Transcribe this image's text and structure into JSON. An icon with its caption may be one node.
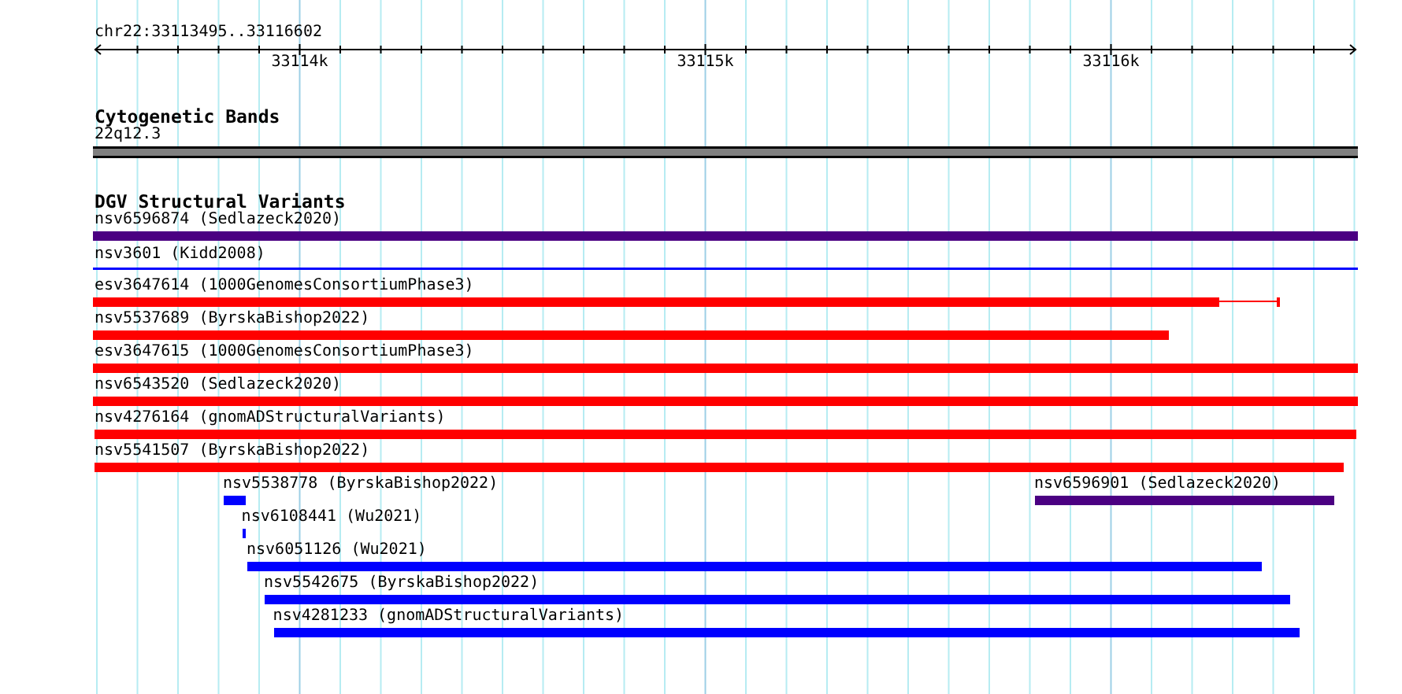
{
  "diagram": {
    "nodes": [
      {
        "text": [
          "22q12.3"
        ]
      },
      {
        "text": [
          "nsv6596874 (Sedlazeck2020)"
        ]
      },
      {
        "text": [
          "nsv3601 (Kidd2008)"
        ]
      },
      {
        "text": [
          "esv3647614 (1000GenomesConsortiumPhase3)"
        ]
      },
      {
        "text": [
          "nsv5537689 (ByrskaBishop2022)"
        ]
      },
      {
        "text": [
          "esv3647615 (1000GenomesConsortiumPhase3)"
        ]
      },
      {
        "text": [
          "nsv6543520 (Sedlazeck2020)"
        ]
      },
      {
        "text": [
          "nsv4276164 (gnomADStructuralVariants)"
        ]
      },
      {
        "text": [
          "nsv5541507 (ByrskaBishop2022)"
        ]
      },
      {
        "text": [
          "nsv5538778 (ByrskaBishop2022)"
        ]
      },
      {
        "text": [
          "nsv6596901 (Sedlazeck2020)"
        ]
      },
      {
        "text": [
          "nsv6108441 (Wu2021)"
        ]
      },
      {
        "text": [
          "nsv6051126 (Wu2021)"
        ]
      },
      {
        "text": [
          "nsv5542675 (ByrskaBishop2022)"
        ]
      },
      {
        "text": [
          "nsv4281233 (gnomADStructuralVariants)"
        ]
      }
    ],
    "labels": [
      "chr22:33113495..33116602",
      "33114k",
      "33115k",
      "33116k",
      "Cytogenetic Bands",
      "DGV Structural Variants"
    ]
  }
}
